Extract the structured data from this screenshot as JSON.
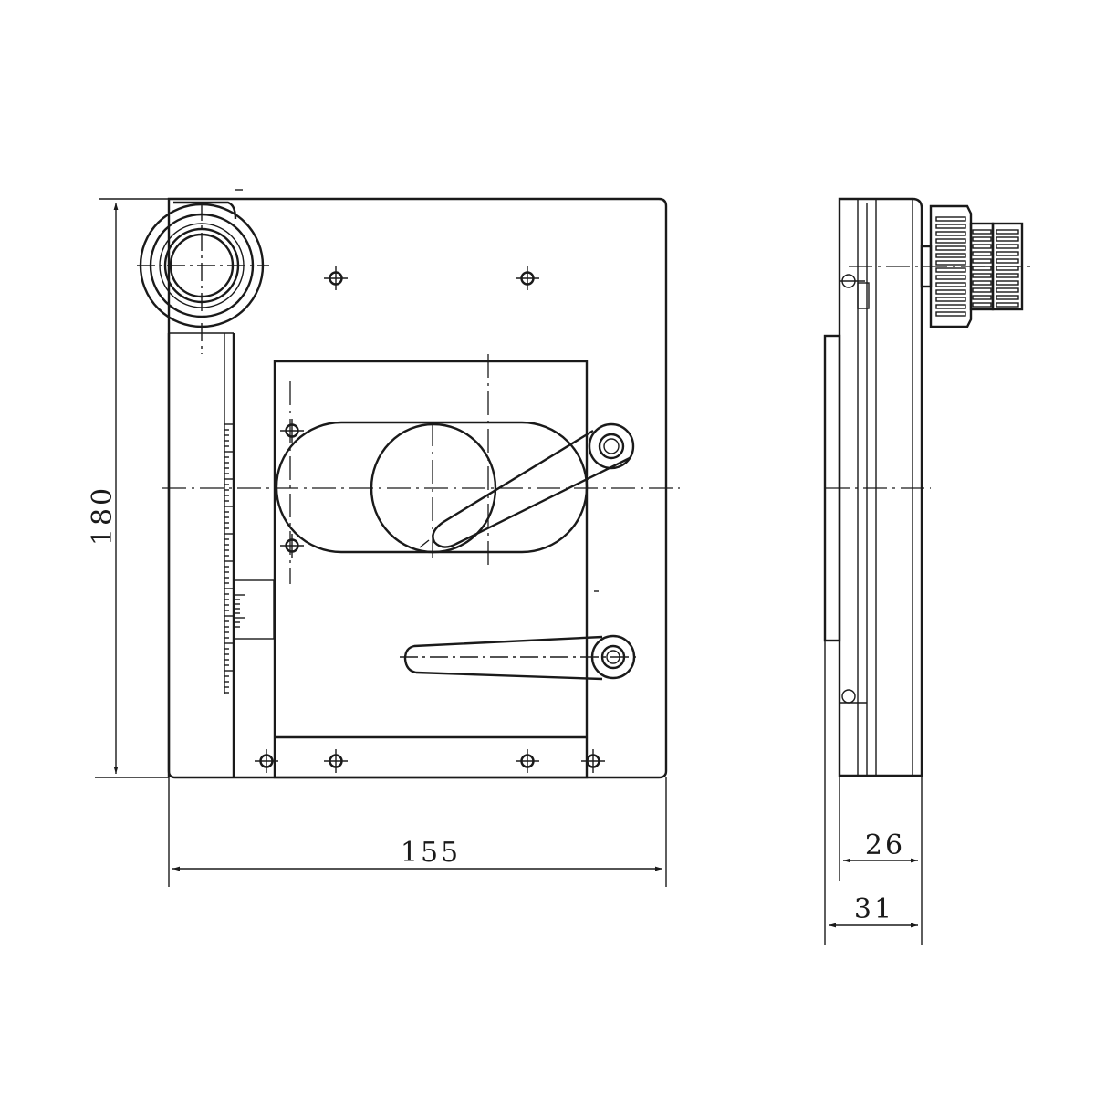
{
  "drawing": {
    "front_view": {
      "width_dimension": "155",
      "height_dimension": "180"
    },
    "side_view": {
      "inner_depth_dimension": "26",
      "outer_depth_dimension": "31"
    }
  }
}
